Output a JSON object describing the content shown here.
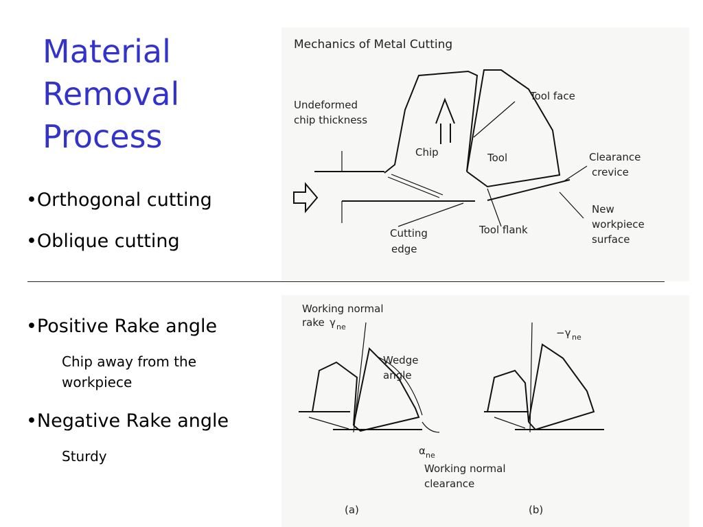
{
  "slide_title": [
    "Material",
    "Removal",
    "Process"
  ],
  "bullets_top": [
    "•Orthogonal  cutting",
    "•Oblique cutting"
  ],
  "bullets_bottom": [
    {
      "label": "•Positive Rake angle",
      "sub": "Chip away from the workpiece"
    },
    {
      "label": "•Negative Rake angle",
      "sub": "Sturdy"
    }
  ],
  "figure_top": {
    "title": "Mechanics of Metal Cutting",
    "labels": {
      "undeformed": "Undeformed",
      "chip_thickness": "chip thickness",
      "tool_face": "Tool face",
      "chip": "Chip",
      "tool": "Tool",
      "clearance": "Clearance",
      "crevice": "crevice",
      "new": "New",
      "workpiece": "workpiece",
      "surface": "surface",
      "cutting": "Cutting",
      "edge": "edge",
      "tool_flank": "Tool flank"
    }
  },
  "figure_bottom": {
    "labels": {
      "working_normal": "Working normal",
      "rake": "rake",
      "gamma_ne": "γ",
      "ne": "ne",
      "neg_gamma": "−γ",
      "wedge": "Wedge",
      "angle": "angle",
      "alpha": "α",
      "working_normal2": "Working normal",
      "clearance": "clearance",
      "a": "(a)",
      "b": "(b)"
    }
  },
  "colors": {
    "title": "#3333cc",
    "divider": "#222222"
  }
}
